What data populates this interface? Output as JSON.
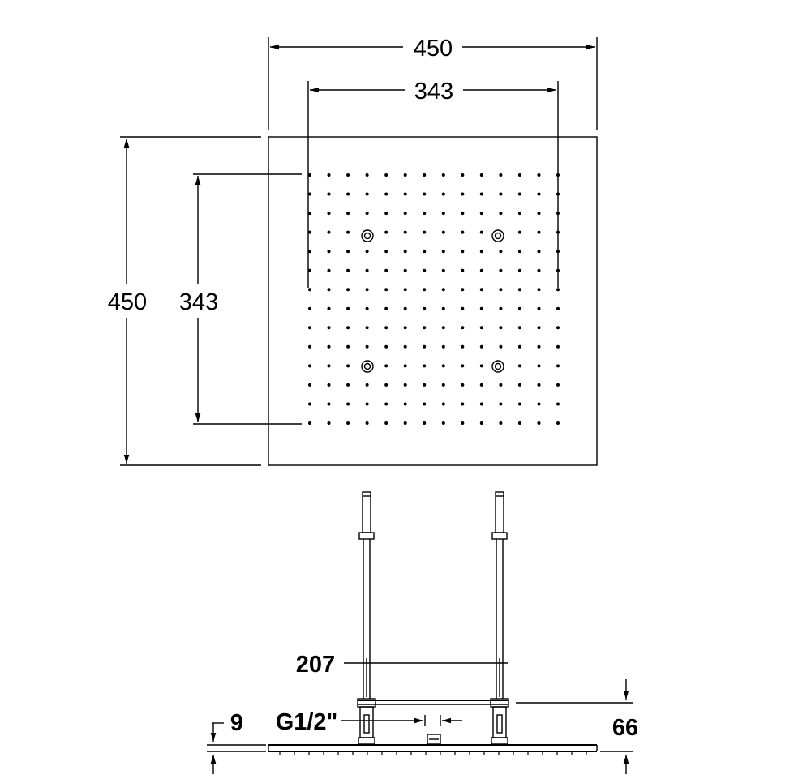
{
  "top_view": {
    "width_label": "450",
    "inner_width_label": "343",
    "height_label": "450",
    "inner_height_label": "343",
    "nozzle_grid": {
      "columns": 14,
      "rows": 14
    },
    "light_count": 4
  },
  "side_view": {
    "arm_spacing_label": "207",
    "thread_label": "G1/2\"",
    "plate_thickness_label": "9",
    "mount_height_label": "66"
  },
  "colors": {
    "line": "#000000",
    "background": "#ffffff"
  }
}
